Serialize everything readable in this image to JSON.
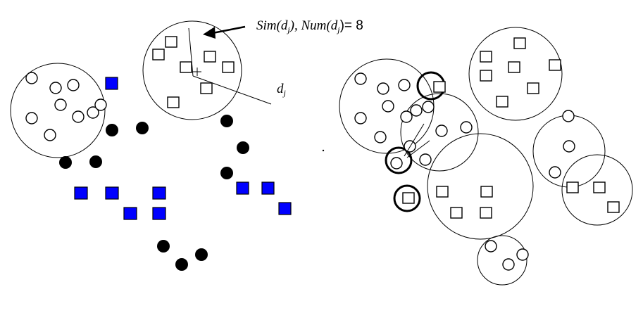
{
  "annotation": {
    "sim": "Sim(d",
    "sim_sub": "j",
    "mid": "), Num(d",
    "num_sub": "j",
    "tail": ")= 8"
  },
  "point_label": {
    "d": "d",
    "sub": "j"
  },
  "colors": {
    "ink": "#000000",
    "filled_square": "#0000ff",
    "paper": "#ffffff"
  },
  "legend_markers": [
    "open-circle",
    "open-square",
    "filled-circle",
    "filled-square"
  ]
}
